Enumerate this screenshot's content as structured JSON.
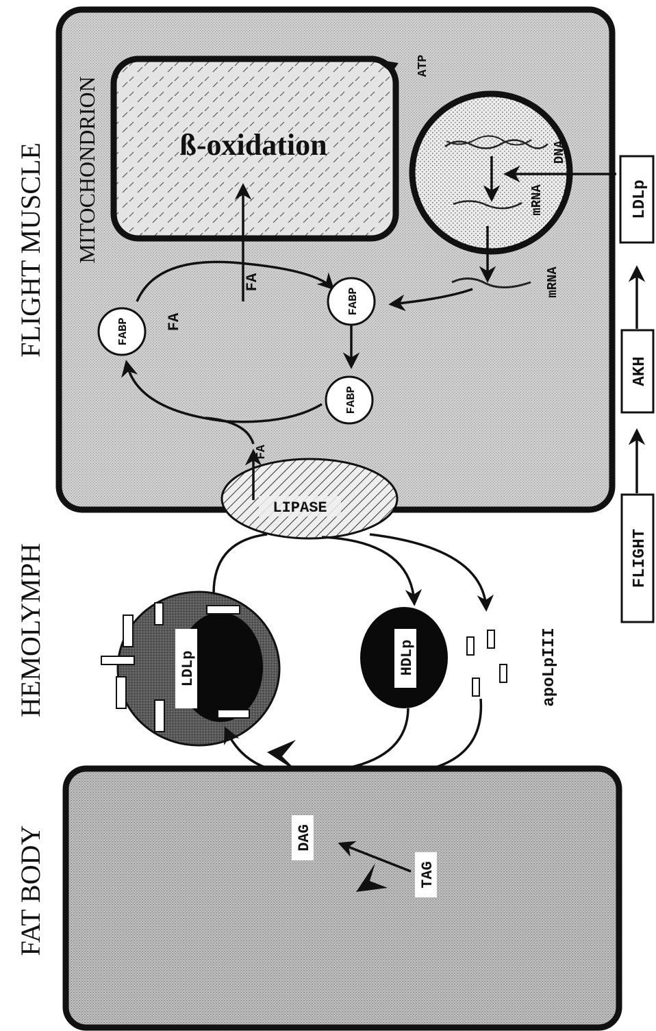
{
  "headings": {
    "fat_body": "FAT BODY",
    "hemolymph": "HEMOLYMPH",
    "flight_muscle": "FLIGHT MUSCLE",
    "mitochondrion": "MITOCHONDRION"
  },
  "labels": {
    "beta_oxidation": "ß-oxidation",
    "atp": "ATP",
    "dna": "DNA",
    "mrna_nucleus": "mRNA",
    "mrna_cytoplasm": "mRNA",
    "fa_top": "FA",
    "fa_mid": "FA",
    "fa_lipase": "FA",
    "fabp_1": "FABP",
    "fabp_2": "FABP",
    "fabp_3": "FABP",
    "lipase": "LIPASE",
    "ldlp_particle": "LDLp",
    "hdlp": "HDLp",
    "apolpiii": "apoLpIII",
    "dag": "DAG",
    "tag": "TAG"
  },
  "signal_pathway": {
    "flight": "FLIGHT",
    "akh": "AKH",
    "ldlp": "LDLp"
  },
  "colors": {
    "muscle_fill": "#c9c9c9",
    "fat_body_fill": "#b5b5b5",
    "outline": "#111111"
  }
}
